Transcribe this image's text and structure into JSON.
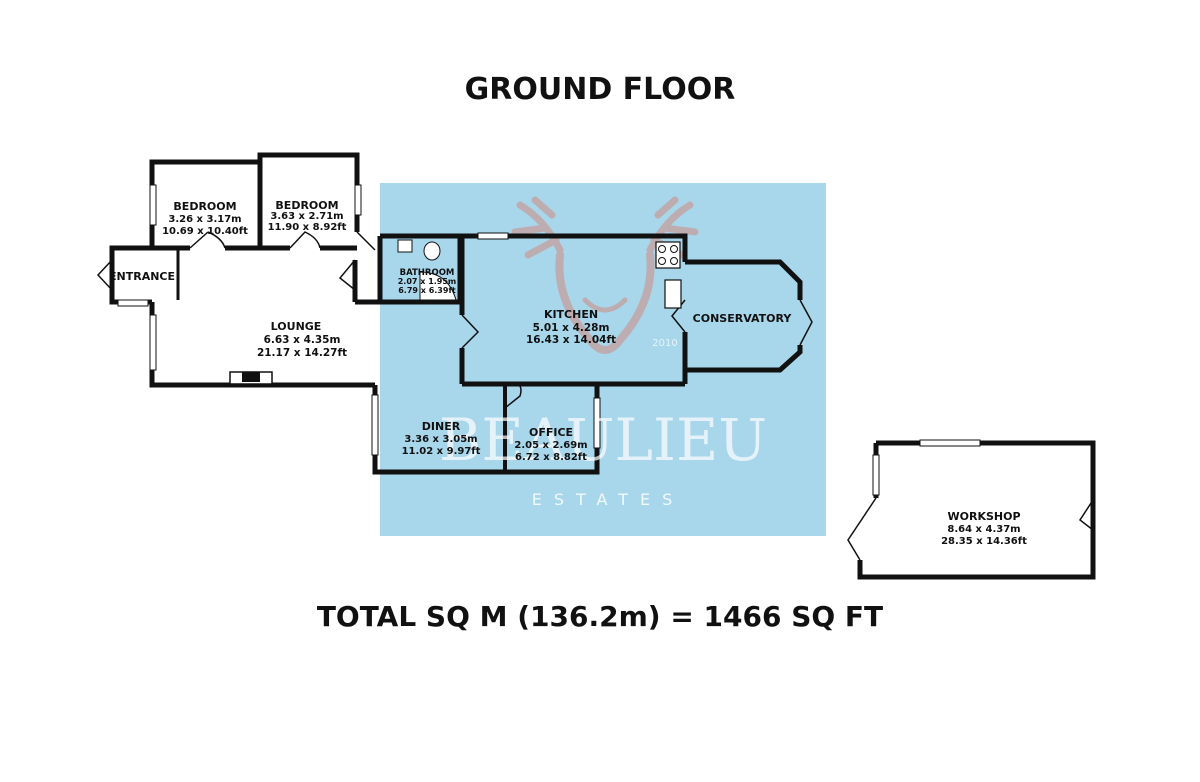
{
  "title": "GROUND FLOOR",
  "total": "TOTAL SQ M (136.2m) = 1466 SQ FT",
  "watermark": {
    "name": "BEAULIEU",
    "sub": "ESTATES",
    "year": "2010",
    "icon": "stag-head-icon",
    "color": "#8fcbe6"
  },
  "colors": {
    "wall": "#111111",
    "overlay": "#8fcbe6"
  },
  "rooms": [
    {
      "id": "bedroom-1",
      "name": "BEDROOM",
      "metric": "3.26 x 3.17m",
      "imperial": "10.69 x 10.40ft"
    },
    {
      "id": "bedroom-2",
      "name": "BEDROOM",
      "metric": "3.63 x 2.71m",
      "imperial": "11.90 x 8.92ft"
    },
    {
      "id": "entrance",
      "name": "ENTRANCE"
    },
    {
      "id": "bathroom",
      "name": "BATHROOM",
      "metric": "2.07 x 1.95m",
      "imperial": "6.79 x 6.39ft"
    },
    {
      "id": "kitchen",
      "name": "KITCHEN",
      "metric": "5.01 x 4.28m",
      "imperial": "16.43 x 14.04ft"
    },
    {
      "id": "conservatory",
      "name": "CONSERVATORY"
    },
    {
      "id": "lounge",
      "name": "LOUNGE",
      "metric": "6.63 x 4.35m",
      "imperial": "21.17 x 14.27ft"
    },
    {
      "id": "diner",
      "name": "DINER",
      "metric": "3.36 x 3.05m",
      "imperial": "11.02 x 9.97ft"
    },
    {
      "id": "office",
      "name": "OFFICE",
      "metric": "2.05 x 2.69m",
      "imperial": "6.72 x 8.82ft"
    },
    {
      "id": "workshop",
      "name": "WORKSHOP",
      "metric": "8.64 x 4.37m",
      "imperial": "28.35 x 14.36ft"
    }
  ]
}
